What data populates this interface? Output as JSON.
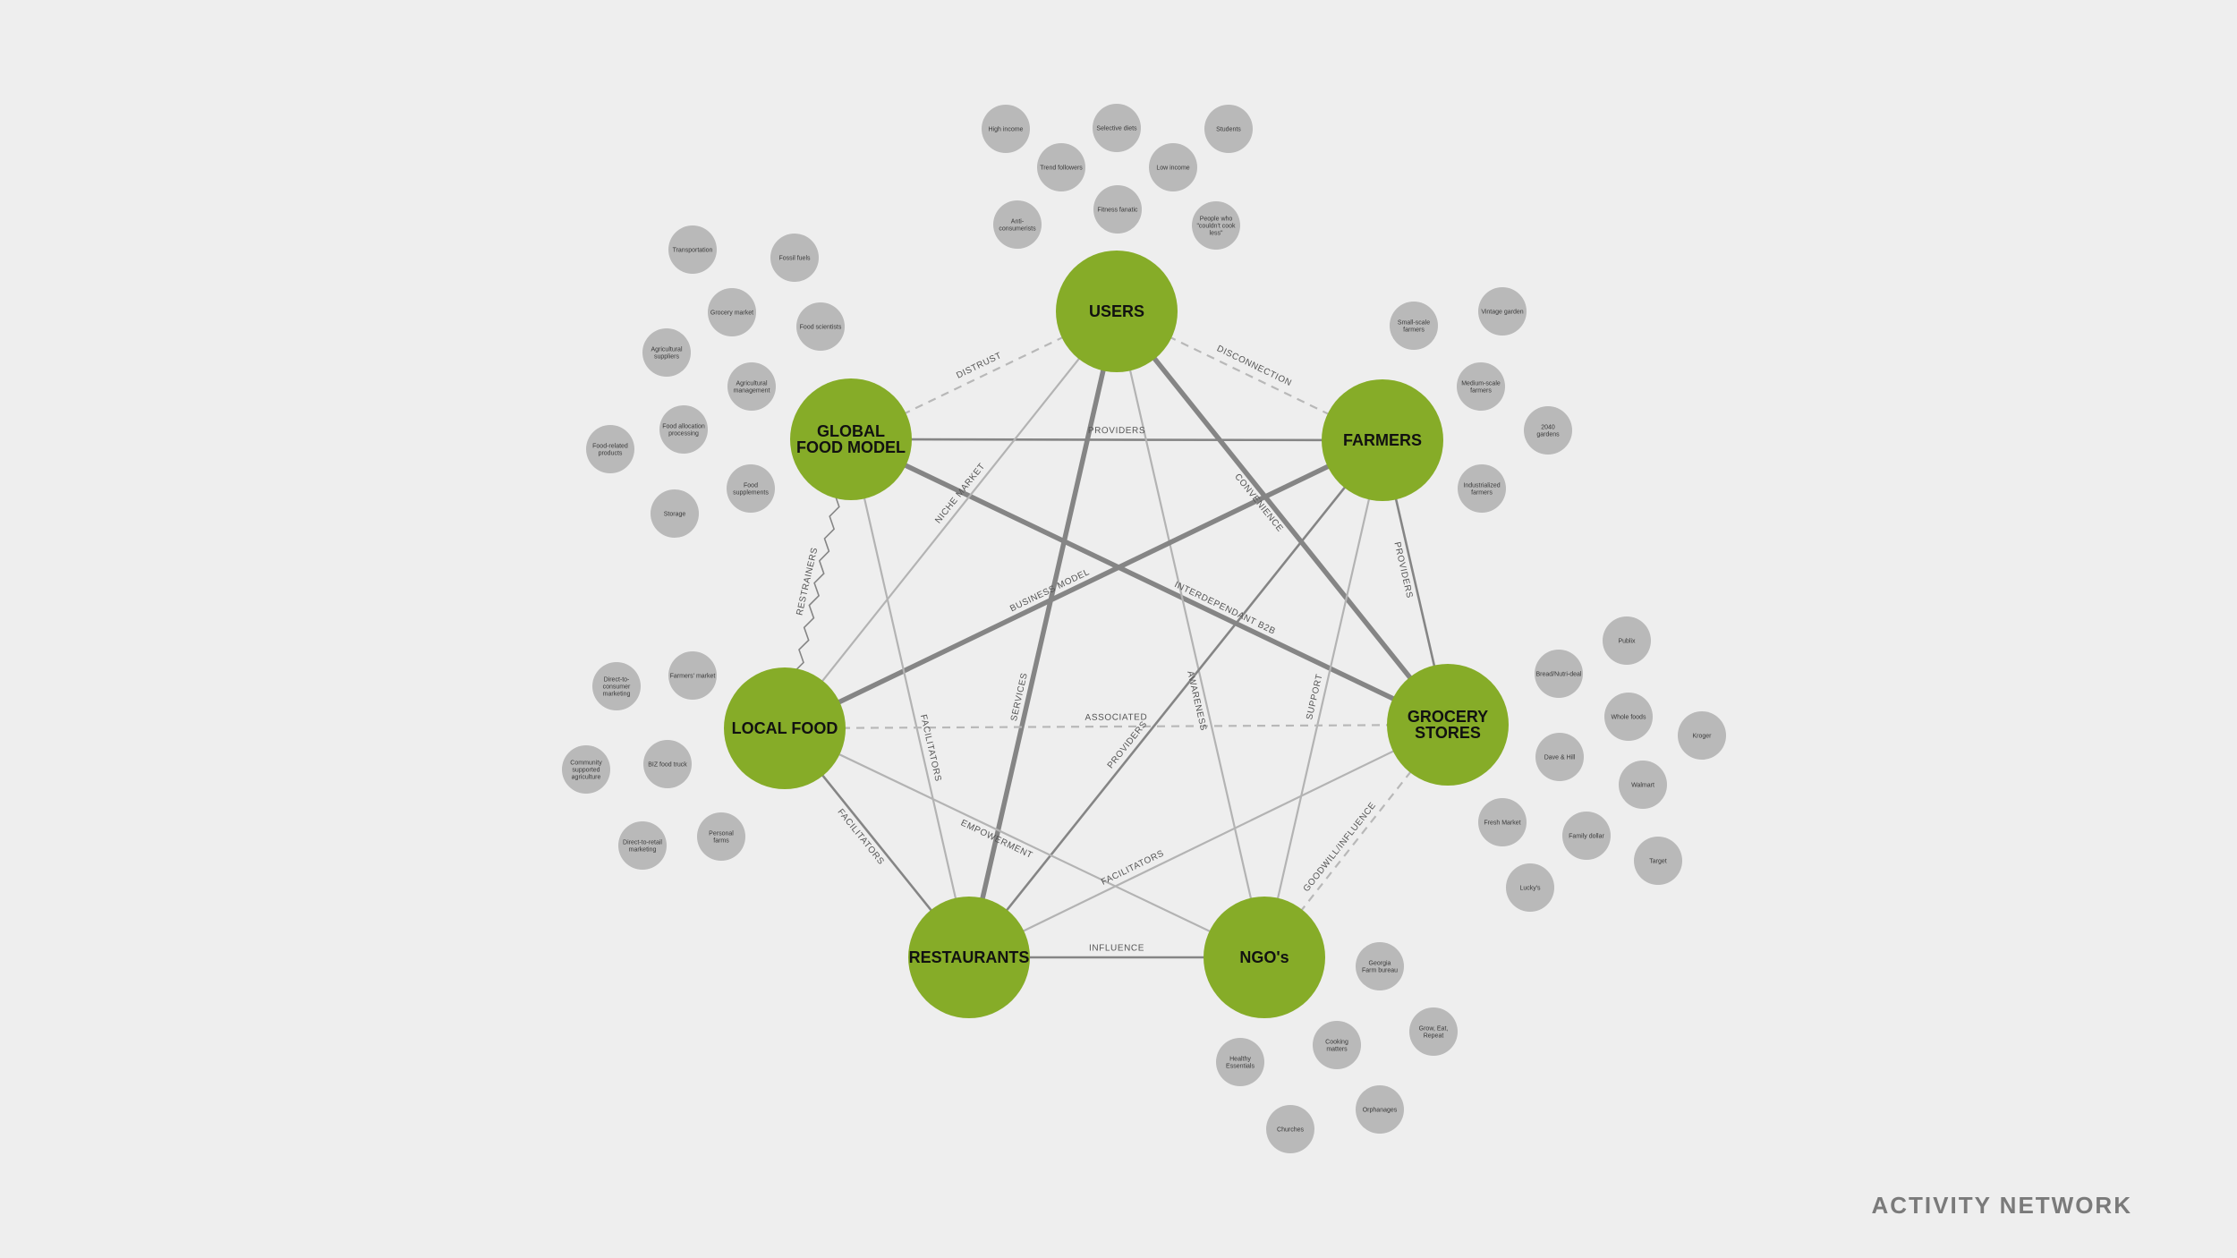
{
  "title": "ACTIVITY NETWORK",
  "colors": {
    "background": "#eeeeee",
    "main_node": "#86ac28",
    "small_node": "#b9b9b9",
    "edge_dark": "#858585",
    "edge_light": "#b3b3b3",
    "edge_dashed": "#b8b8b8",
    "title": "#7a7a7a"
  },
  "main_nodes": [
    {
      "id": "users",
      "lines": [
        "USERS"
      ]
    },
    {
      "id": "farmers",
      "lines": [
        "FARMERS"
      ]
    },
    {
      "id": "grocery",
      "lines": [
        "GROCERY",
        "STORES"
      ]
    },
    {
      "id": "ngos",
      "lines": [
        "NGO's"
      ]
    },
    {
      "id": "restaurants",
      "lines": [
        "RESTAURANTS"
      ]
    },
    {
      "id": "local",
      "lines": [
        "LOCAL FOOD"
      ]
    },
    {
      "id": "global",
      "lines": [
        "GLOBAL",
        "FOOD MODEL"
      ]
    }
  ],
  "edges": [
    {
      "from": "global",
      "to": "users",
      "style": "dashed",
      "label": "DISTRUST"
    },
    {
      "from": "users",
      "to": "farmers",
      "style": "dashed",
      "label": "DISCONNECTION"
    },
    {
      "from": "global",
      "to": "farmers",
      "style": "medium",
      "label": "PROVIDERS"
    },
    {
      "from": "global",
      "to": "grocery",
      "style": "thick",
      "label": "INTERDEPENDANT B2B"
    },
    {
      "from": "users",
      "to": "local",
      "style": "light",
      "label": "NICHE MARKET"
    },
    {
      "from": "users",
      "to": "restaurants",
      "style": "thick",
      "label": "SERVICES"
    },
    {
      "from": "users",
      "to": "ngos",
      "style": "light",
      "label": "AWARENESS"
    },
    {
      "from": "users",
      "to": "grocery",
      "style": "thick",
      "label": "CONVENIENCE"
    },
    {
      "from": "farmers",
      "to": "local",
      "style": "thick",
      "label": "BUSINESS MODEL"
    },
    {
      "from": "farmers",
      "to": "grocery",
      "style": "medium",
      "label": "PROVIDERS"
    },
    {
      "from": "farmers",
      "to": "restaurants",
      "style": "medium",
      "label": "PROVIDERS"
    },
    {
      "from": "farmers",
      "to": "ngos",
      "style": "light",
      "label": "SUPPORT"
    },
    {
      "from": "global",
      "to": "local",
      "style": "wavy",
      "label": "RESTRAINERS"
    },
    {
      "from": "global",
      "to": "restaurants",
      "style": "light",
      "label": "FACILITATORS"
    },
    {
      "from": "local",
      "to": "grocery",
      "style": "dashed",
      "label": "ASSOCIATED"
    },
    {
      "from": "local",
      "to": "restaurants",
      "style": "medium",
      "label": "FACILITATORS"
    },
    {
      "from": "local",
      "to": "ngos",
      "style": "light",
      "label": "EMPOWERMENT"
    },
    {
      "from": "restaurants",
      "to": "ngos",
      "style": "medium",
      "label": "INFLUENCE"
    },
    {
      "from": "restaurants",
      "to": "grocery",
      "style": "light",
      "label": "FACILITATORS"
    },
    {
      "from": "ngos",
      "to": "grocery",
      "style": "dashed",
      "label": "GOODWILL/INFLUENCE"
    }
  ],
  "small_nodes": [
    {
      "group": "users",
      "lines": [
        "High income"
      ]
    },
    {
      "group": "users",
      "lines": [
        "Selective diets"
      ]
    },
    {
      "group": "users",
      "lines": [
        "Students"
      ]
    },
    {
      "group": "users",
      "lines": [
        "Trend followers"
      ]
    },
    {
      "group": "users",
      "lines": [
        "Low income"
      ]
    },
    {
      "group": "users",
      "lines": [
        "Anti-",
        "consumerists"
      ]
    },
    {
      "group": "users",
      "lines": [
        "Fitness fanatic"
      ]
    },
    {
      "group": "users",
      "lines": [
        "People who",
        "\"couldn't cook",
        "less\""
      ]
    },
    {
      "group": "global",
      "lines": [
        "Transportation"
      ]
    },
    {
      "group": "global",
      "lines": [
        "Fossil fuels"
      ]
    },
    {
      "group": "global",
      "lines": [
        "Grocery market"
      ]
    },
    {
      "group": "global",
      "lines": [
        "Food scientists"
      ]
    },
    {
      "group": "global",
      "lines": [
        "Agricultural",
        "suppliers"
      ]
    },
    {
      "group": "global",
      "lines": [
        "Agricultural",
        "management"
      ]
    },
    {
      "group": "global",
      "lines": [
        "Food-related",
        "products"
      ]
    },
    {
      "group": "global",
      "lines": [
        "Food allocation",
        "processing"
      ]
    },
    {
      "group": "global",
      "lines": [
        "Food",
        "supplements"
      ]
    },
    {
      "group": "global",
      "lines": [
        "Storage"
      ]
    },
    {
      "group": "farmers",
      "lines": [
        "Small-scale",
        "farmers"
      ]
    },
    {
      "group": "farmers",
      "lines": [
        "Vintage garden"
      ]
    },
    {
      "group": "farmers",
      "lines": [
        "Medium-scale",
        "farmers"
      ]
    },
    {
      "group": "farmers",
      "lines": [
        "2040",
        "gardens"
      ]
    },
    {
      "group": "farmers",
      "lines": [
        "Industrialized",
        "farmers"
      ]
    },
    {
      "group": "grocery",
      "lines": [
        "Publix"
      ]
    },
    {
      "group": "grocery",
      "lines": [
        "Bread/Nutri-deal"
      ]
    },
    {
      "group": "grocery",
      "lines": [
        "Whole foods"
      ]
    },
    {
      "group": "grocery",
      "lines": [
        "Kroger"
      ]
    },
    {
      "group": "grocery",
      "lines": [
        "Dave & Hill"
      ]
    },
    {
      "group": "grocery",
      "lines": [
        "Walmart"
      ]
    },
    {
      "group": "grocery",
      "lines": [
        "Fresh Market"
      ]
    },
    {
      "group": "grocery",
      "lines": [
        "Family dollar"
      ]
    },
    {
      "group": "grocery",
      "lines": [
        "Target"
      ]
    },
    {
      "group": "grocery",
      "lines": [
        "Lucky's"
      ]
    },
    {
      "group": "local",
      "lines": [
        "Direct-to-",
        "consumer",
        "marketing"
      ]
    },
    {
      "group": "local",
      "lines": [
        "Farmers' market"
      ]
    },
    {
      "group": "local",
      "lines": [
        "Community",
        "supported",
        "agriculture"
      ]
    },
    {
      "group": "local",
      "lines": [
        "BIZ food truck"
      ]
    },
    {
      "group": "local",
      "lines": [
        "Direct-to-retail",
        "marketing"
      ]
    },
    {
      "group": "local",
      "lines": [
        "Personal",
        "farms"
      ]
    },
    {
      "group": "ngos",
      "lines": [
        "Georgia",
        "Farm bureau"
      ]
    },
    {
      "group": "ngos",
      "lines": [
        "Grow, Eat,",
        "Repeat"
      ]
    },
    {
      "group": "ngos",
      "lines": [
        "Cooking",
        "matters"
      ]
    },
    {
      "group": "ngos",
      "lines": [
        "Healthy",
        "Essentials"
      ]
    },
    {
      "group": "ngos",
      "lines": [
        "Orphanages"
      ]
    },
    {
      "group": "ngos",
      "lines": [
        "Churches"
      ]
    }
  ]
}
